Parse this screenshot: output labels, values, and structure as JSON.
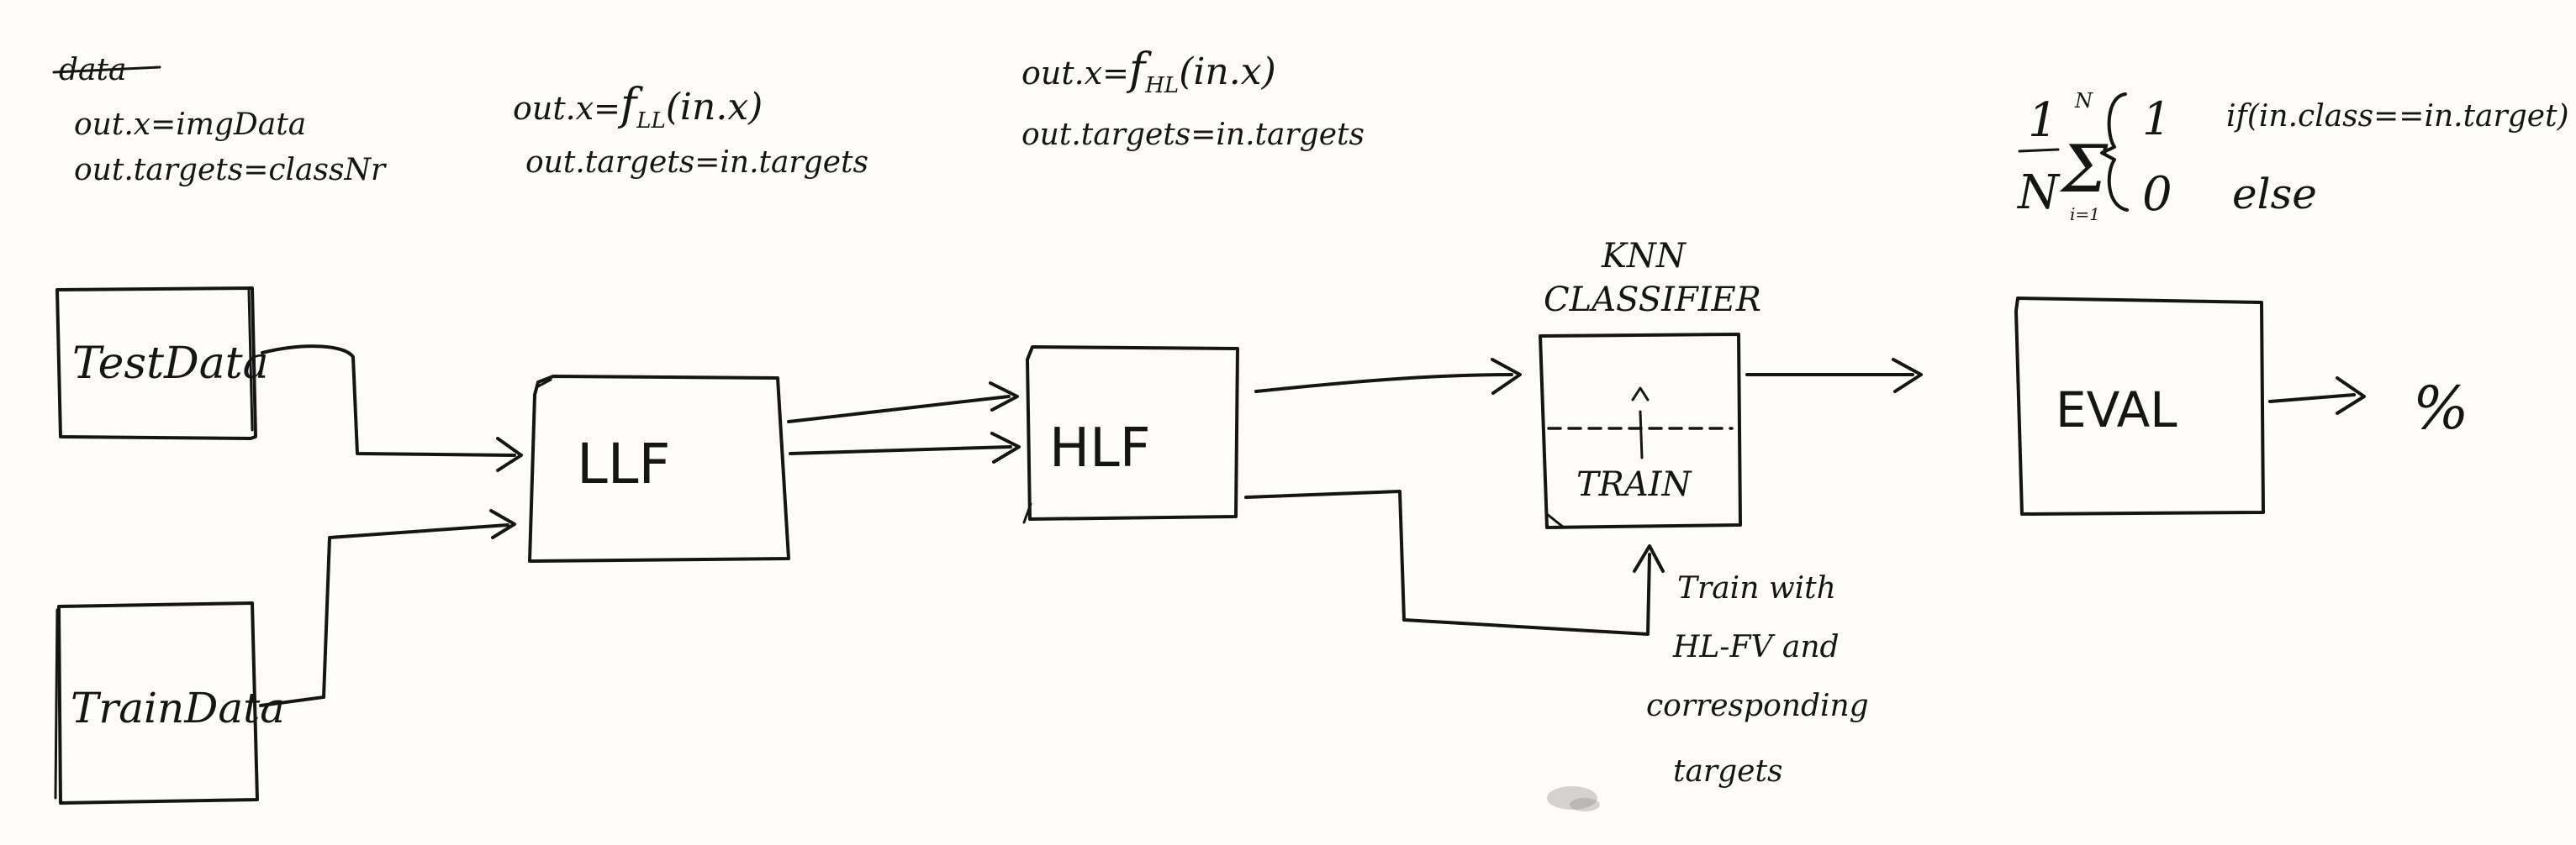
{
  "diagram": {
    "blocks": {
      "test_data": "TestData",
      "train_data": "TrainData",
      "llf": "LLF",
      "hlf": "HLF",
      "knn_title_line1": "KNN",
      "knn_title_line2": "CLASSIFIER",
      "knn_train": "TRAIN",
      "eval": "EVAL"
    },
    "output_symbol": "%",
    "annotations": {
      "data_strikeout": "data",
      "data_line1": "out.x=imgData",
      "data_line2": "out.targets=classNr",
      "llf_line1_prefix": "out.x=",
      "llf_func": "f",
      "llf_sub": "LL",
      "llf_line1_suffix": "(in.x)",
      "llf_line2": "out.targets=in.targets",
      "hlf_line1_prefix": "out.x=",
      "hlf_func": "f",
      "hlf_sub": "HL",
      "hlf_line1_suffix": "(in.x)",
      "hlf_line2": "out.targets=in.targets",
      "train_note_line1": "Train with",
      "train_note_line2": "HL-FV and",
      "train_note_line3": "corresponding",
      "train_note_line4": "targets"
    },
    "eval_formula": {
      "frac_num": "1",
      "frac_den": "N",
      "sum_upper": "N",
      "sum_lower": "i=1",
      "case1_value": "1",
      "case1_cond": "if(in.class==in.target)",
      "case2_value": "0",
      "case2_cond": "else"
    }
  }
}
